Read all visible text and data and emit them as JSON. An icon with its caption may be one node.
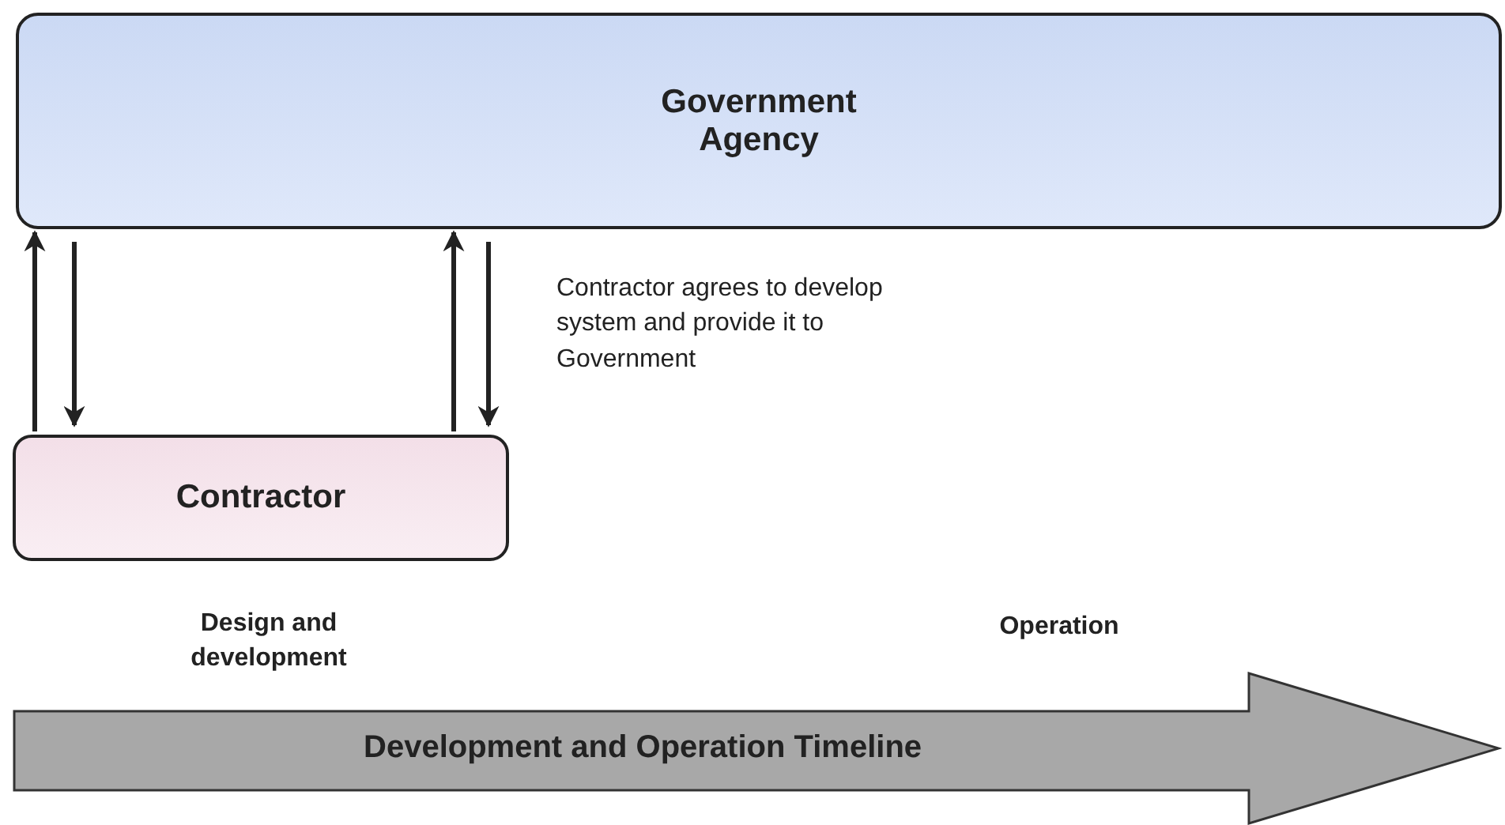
{
  "diagram": {
    "nodes": [
      {
        "text": [
          "Government Agency"
        ]
      },
      {
        "text": [
          "Contractor"
        ]
      },
      {
        "text": [
          "Development and Operation Timeline"
        ]
      }
    ],
    "edges": [
      {
        "from": 1,
        "to": 0,
        "arrow": "to"
      },
      {
        "from": 0,
        "to": 1,
        "arrow": "to"
      },
      {
        "from": 1,
        "to": 0,
        "arrow": "to"
      },
      {
        "from": 0,
        "to": 1,
        "arrow": "to"
      }
    ],
    "labels": [
      "Contractor agrees to develop system and provide it to Government",
      "Design and development",
      "Operation"
    ]
  }
}
